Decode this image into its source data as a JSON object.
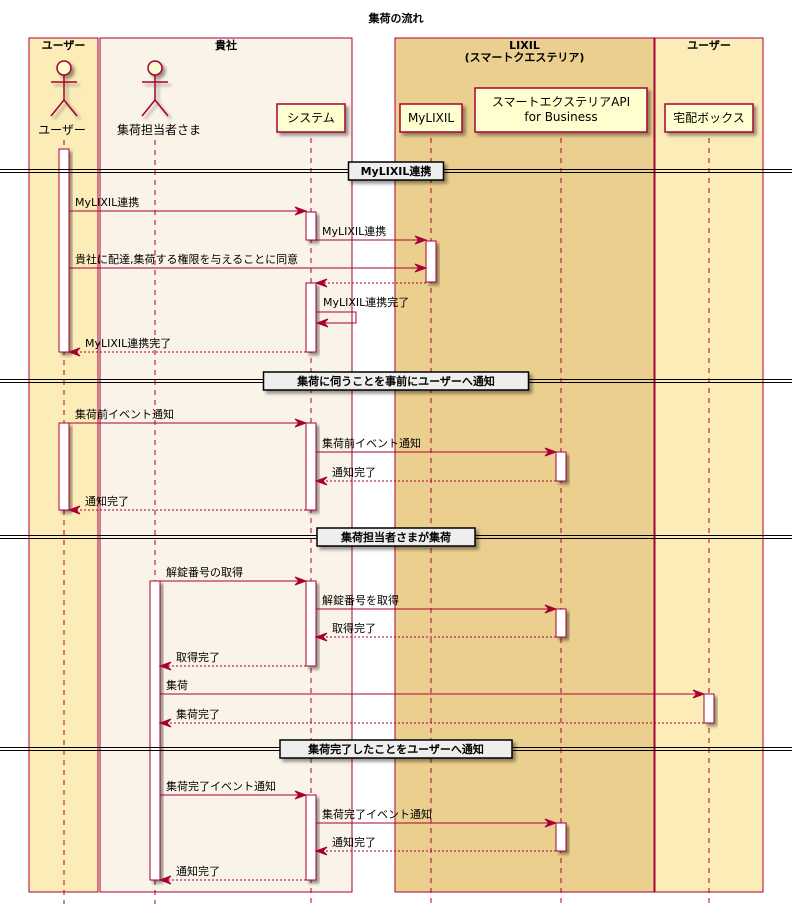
{
  "title": "集荷の流れ",
  "colors": {
    "line": "#A80036",
    "box_user": "#FBECB8",
    "box_company": "#FAF3E8",
    "box_lixil": "#EBCF8E",
    "participant_fill": "#FEFECE",
    "divider_fill": "#EEEEEE"
  },
  "boxes": [
    {
      "id": "user_left",
      "label": "ユーザー",
      "color_key": "box_user"
    },
    {
      "id": "company",
      "label": "貴社",
      "color_key": "box_company"
    },
    {
      "id": "lixil",
      "label": "LIXIL\n(スマートクエステリア)",
      "color_key": "box_lixil"
    },
    {
      "id": "user_right",
      "label": "ユーザー",
      "color_key": "box_user"
    }
  ],
  "participants": [
    {
      "id": "user",
      "label": "ユーザー",
      "kind": "actor"
    },
    {
      "id": "staff",
      "label": "集荷担当者さま",
      "kind": "actor"
    },
    {
      "id": "system",
      "label": "システム",
      "kind": "participant"
    },
    {
      "id": "mylixil",
      "label": "MyLIXIL",
      "kind": "participant"
    },
    {
      "id": "api",
      "label": "スマートエクステリアAPI\nfor Business",
      "kind": "participant"
    },
    {
      "id": "box",
      "label": "宅配ボックス",
      "kind": "participant"
    }
  ],
  "dividers": [
    {
      "label": "MyLIXIL連携"
    },
    {
      "label": "集荷に伺うことを事前にユーザーへ通知"
    },
    {
      "label": "集荷担当者さまが集荷"
    },
    {
      "label": "集荷完了したことをユーザーへ通知"
    }
  ],
  "messages": [
    {
      "from": "user",
      "to": "system",
      "label": "MyLIXIL連携",
      "type": "sync"
    },
    {
      "from": "system",
      "to": "mylixil",
      "label": "MyLIXIL連携",
      "type": "sync"
    },
    {
      "from": "user",
      "to": "mylixil",
      "label": "貴社に配達,集荷する権限を与えることに同意",
      "type": "sync"
    },
    {
      "from": "mylixil",
      "to": "system",
      "label": "",
      "type": "return"
    },
    {
      "from": "system",
      "to": "system",
      "label": "MyLIXIL連携完了",
      "type": "self"
    },
    {
      "from": "system",
      "to": "user",
      "label": "MyLIXIL連携完了",
      "type": "return"
    },
    {
      "from": "user",
      "to": "system",
      "label": "集荷前イベント通知",
      "type": "sync"
    },
    {
      "from": "system",
      "to": "api",
      "label": "集荷前イベント通知",
      "type": "sync"
    },
    {
      "from": "api",
      "to": "system",
      "label": "通知完了",
      "type": "return"
    },
    {
      "from": "system",
      "to": "user",
      "label": "通知完了",
      "type": "return"
    },
    {
      "from": "staff",
      "to": "system",
      "label": "解錠番号の取得",
      "type": "sync"
    },
    {
      "from": "system",
      "to": "api",
      "label": "解錠番号を取得",
      "type": "sync"
    },
    {
      "from": "api",
      "to": "system",
      "label": "取得完了",
      "type": "return"
    },
    {
      "from": "system",
      "to": "staff",
      "label": "取得完了",
      "type": "return"
    },
    {
      "from": "staff",
      "to": "box",
      "label": "集荷",
      "type": "sync"
    },
    {
      "from": "box",
      "to": "staff",
      "label": "集荷完了",
      "type": "return"
    },
    {
      "from": "staff",
      "to": "system",
      "label": "集荷完了イベント通知",
      "type": "sync"
    },
    {
      "from": "system",
      "to": "api",
      "label": "集荷完了イベント通知",
      "type": "sync"
    },
    {
      "from": "api",
      "to": "system",
      "label": "通知完了",
      "type": "return"
    },
    {
      "from": "system",
      "to": "staff",
      "label": "通知完了",
      "type": "return"
    }
  ]
}
